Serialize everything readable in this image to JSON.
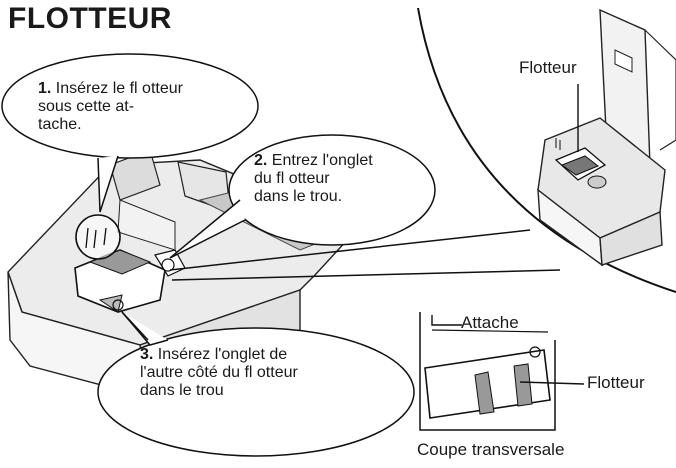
{
  "title": "FLOTTEUR",
  "callouts": [
    {
      "num": "1.",
      "text": "Insérez le fl otteur\nsous cette at-\ntache."
    },
    {
      "num": "2.",
      "text": "Entrez l'onglet\ndu fl otteur\ndans le trou."
    },
    {
      "num": "3.",
      "text": "Insérez l'onglet de\nl'autre côté du fl otteur\ndans le trou"
    }
  ],
  "labels": {
    "flotteur_top": "Flotteur",
    "attache": "Attache",
    "flotteur_section": "Flotteur",
    "coupe": "Coupe transversale"
  }
}
